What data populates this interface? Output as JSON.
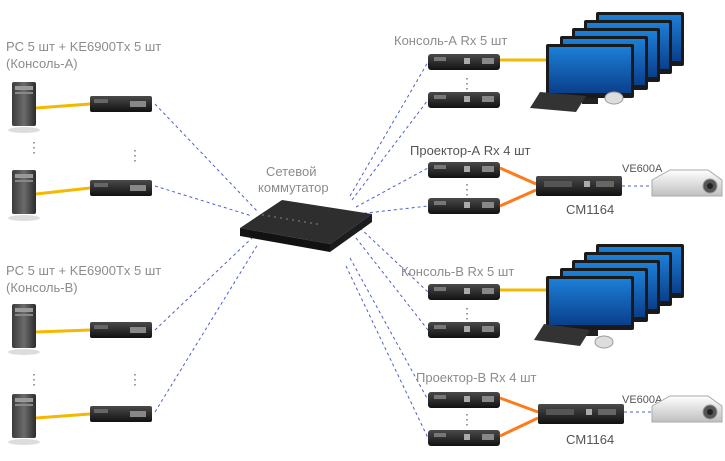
{
  "labels": {
    "pc_group_a_line1": "PC 5 шт + KE6900Tx 5 шт",
    "pc_group_a_line2": "(Консоль-А)",
    "pc_group_b_line1": "PC 5 шт + KE6900Tx 5 шт",
    "pc_group_b_line2": "(Консоль-В)",
    "switch_line1": "Сетевой",
    "switch_line2": "коммутатор",
    "console_a": "Консоль-А  Rx  5 шт",
    "projector_a": "Проектор-А  Rx  4 шт",
    "console_b": "Консоль-В Rx  5 шт",
    "projector_b": "Проектор-В  Rx 4 шт",
    "cm_a": "CM1164",
    "cm_b": "CM1164",
    "ve_a": "VE600A",
    "ve_b": "VE600A"
  },
  "colors": {
    "network_link": "#4b5fd0",
    "kvm_cable": "#f5b800",
    "video_cable": "#ff7a1a"
  }
}
